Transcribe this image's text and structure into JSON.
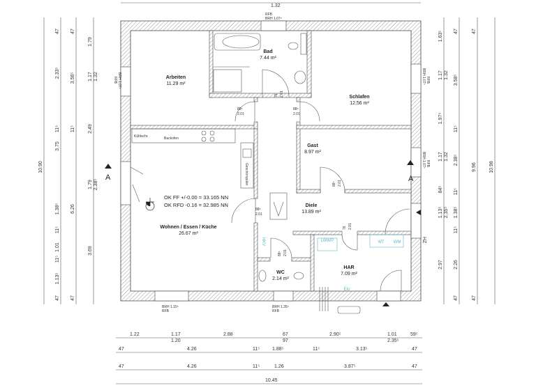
{
  "rooms": [
    {
      "name": "Arbeiten",
      "area": "11.29 m²"
    },
    {
      "name": "Bad",
      "area": "7.44 m²"
    },
    {
      "name": "Schlafen",
      "area": "12.56 m²"
    },
    {
      "name": "Gast",
      "area": "8.97 m²"
    },
    {
      "name": "Wohnen / Essen / Küche",
      "area": "26.67 m²"
    },
    {
      "name": "Diele",
      "area": "13.89 m²"
    },
    {
      "name": "WC",
      "area": "2.14 m²"
    },
    {
      "name": "HAR",
      "area": "7.09 m²"
    }
  ],
  "fixtures": {
    "kuehlschrank": "Kühlschr.",
    "backofen": "Backofen",
    "spueler": "Geschirrspüler",
    "wt": "WT",
    "wm": "WM",
    "lwwp": "LWWP",
    "elo": "Elo",
    "hkv": "HKV"
  },
  "levels": {
    "ok_ff": "OK FF  +/-0.00 = 33.165 NN",
    "ok_rfd": "OK RFD  -0.16 = 32.985 NN"
  },
  "section_marker": "A",
  "entrance_label": "HZ",
  "window_notes": {
    "top": [
      "RFB",
      "BRH 1.07⁵"
    ],
    "bottom_left": [
      "BRH 1.15⁵",
      "RFB"
    ],
    "bottom_mid": [
      "BRH 1.35⁵",
      "RFB"
    ],
    "left": [
      "RFB",
      "BRH 1.07⁵"
    ],
    "right_top": [
      "BRH 1.07⁵",
      "RFB"
    ],
    "right_mid": [
      "BRH 1.07⁵",
      "RFB"
    ]
  },
  "door_labels": [
    "88⁵",
    "2.01",
    "88⁵",
    "2.01",
    "76",
    "2.01",
    "88⁵",
    "2.01",
    "88⁵",
    "2.01",
    "76",
    "2.01",
    "88⁵",
    "2.01"
  ],
  "dimensions": {
    "top": [
      "1.32"
    ],
    "bottom_row1": [
      "1.22",
      "1.17",
      "1.20",
      "2.88",
      "67",
      "97",
      "2.90⁵",
      "1.01",
      "2.35⁵",
      "59⁵"
    ],
    "bottom_row2": [
      "47",
      "4.26",
      "11⁵",
      "1.88⁵",
      "11⁵",
      "3.13⁵",
      "47"
    ],
    "bottom_row3": [
      "47",
      "4.26",
      "11⁵",
      "1.26",
      "3.87⁵",
      "47"
    ],
    "bottom_total": [
      "10.45"
    ],
    "left_col1": [
      "10.90"
    ],
    "left_col2": [
      "47",
      "2.33⁵",
      "11⁵",
      "3.75",
      "1.38⁵",
      "11⁵",
      "1.01",
      "11⁵",
      "1.13⁵",
      "47"
    ],
    "left_col3": [
      "47",
      "3.56⁵",
      "11⁵",
      "6.26",
      "47"
    ],
    "left_col4": [
      "1.79",
      "1.17",
      "1.32",
      "2.49",
      "1.79",
      "2.38⁵",
      "3.69"
    ],
    "right_col1": [
      "1.63⁵",
      "1.17",
      "1.32",
      "1.97⁵",
      "1.17",
      "1.32",
      "84⁵",
      "1.13⁵",
      "2.35⁵",
      "2.97"
    ],
    "right_col2": [
      "47",
      "3.58⁵",
      "11⁵",
      "2.38⁵",
      "11⁵",
      "1.38⁵",
      "11⁵",
      "2.26",
      "47"
    ],
    "right_col3": [
      "47",
      "9.96",
      "47"
    ],
    "right_col4": [
      "10.98"
    ]
  }
}
